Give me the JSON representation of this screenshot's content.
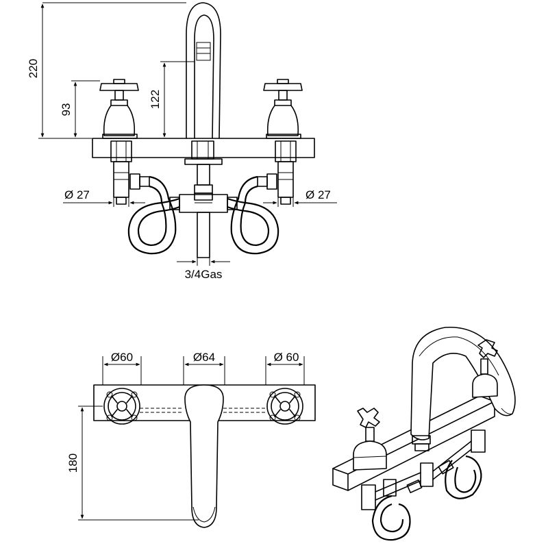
{
  "dimensions": {
    "front": {
      "total_height": "220",
      "spout_height": "122",
      "handle_height": "93",
      "connector_left": "Ø 27",
      "connector_right": "Ø 27",
      "thread": "3/4Gas"
    },
    "top": {
      "handle_left": "Ø60",
      "spout_base": "Ø64",
      "handle_right": "Ø 60",
      "depth": "180"
    }
  },
  "colors": {
    "line": "#000000",
    "background": "#ffffff"
  }
}
